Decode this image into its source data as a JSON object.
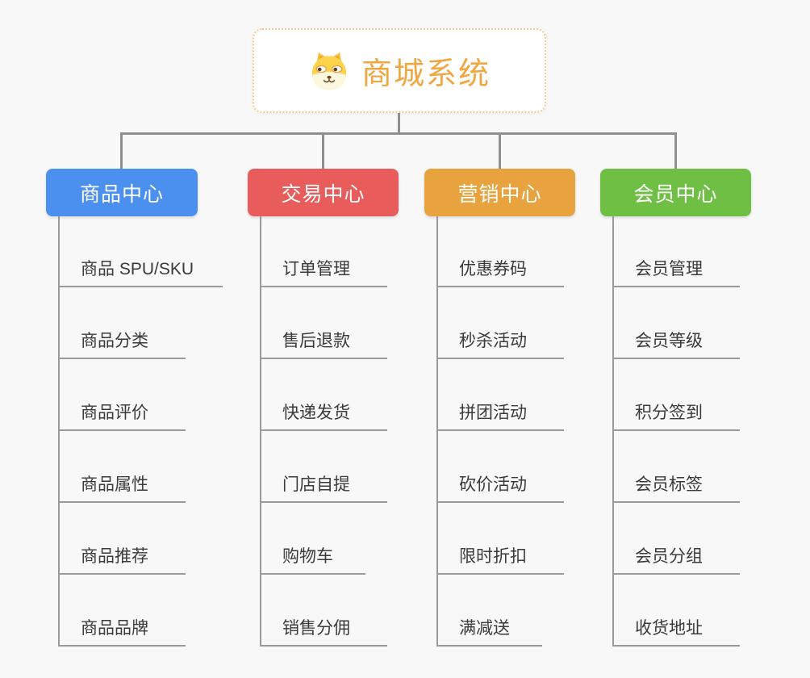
{
  "root": {
    "title": "商城系统",
    "icon": "dog-face-icon",
    "title_color": "#f0a742",
    "border_color": "#f6ca85"
  },
  "colors": {
    "background": "#f8f8f8",
    "main_connector": "#8f8f8f",
    "sub_connector": "#9a9a9a",
    "leaf_text": "#3a3a3a"
  },
  "branches": [
    {
      "label": "商品中心",
      "color": "#4b8fef",
      "items": [
        "商品 SPU/SKU",
        "商品分类",
        "商品评价",
        "商品属性",
        "商品推荐",
        "商品品牌"
      ]
    },
    {
      "label": "交易中心",
      "color": "#e85c5b",
      "items": [
        "订单管理",
        "售后退款",
        "快递发货",
        "门店自提",
        "购物车",
        "销售分佣"
      ]
    },
    {
      "label": "营销中心",
      "color": "#e8a33f",
      "items": [
        "优惠券码",
        "秒杀活动",
        "拼团活动",
        "砍价活动",
        "限时折扣",
        "满减送"
      ]
    },
    {
      "label": "会员中心",
      "color": "#6fbf44",
      "items": [
        "会员管理",
        "会员等级",
        "积分签到",
        "会员标签",
        "会员分组",
        "收货地址"
      ]
    }
  ]
}
